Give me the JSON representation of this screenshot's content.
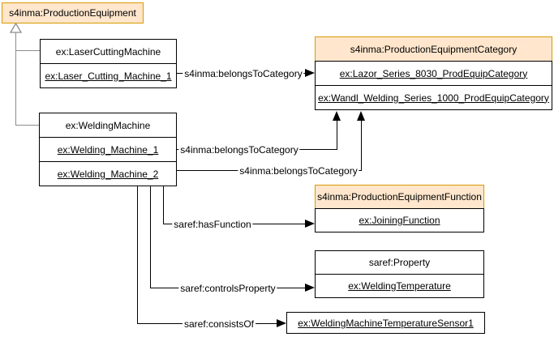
{
  "nodes": {
    "production_equipment": {
      "title": "s4inma:ProductionEquipment"
    },
    "laser_cutting_machine": {
      "title": "ex:LaserCuttingMachine",
      "instances": [
        "ex:Laser_Cutting_Machine_1"
      ]
    },
    "welding_machine": {
      "title": "ex:WeldingMachine",
      "instances": [
        "ex:Welding_Machine_1",
        "ex:Welding_Machine_2"
      ]
    },
    "production_equipment_category": {
      "title": "s4inma:ProductionEquipmentCategory",
      "instances": [
        "ex:Lazor_Series_8030_ProdEquipCategory",
        "ex:Wandl_Welding_Series_1000_ProdEquipCategory"
      ]
    },
    "production_equipment_function": {
      "title": "s4inma:ProductionEquipmentFunction",
      "instances": [
        "ex:JoiningFunction"
      ]
    },
    "property": {
      "title": "saref:Property",
      "instances": [
        "ex:WeldingTemperature"
      ]
    },
    "sensor": {
      "title": "ex:WeldingMachineTemperatureSensor1"
    }
  },
  "edges": {
    "laser_belongs_to_category": {
      "label": "s4inma:belongsToCategory"
    },
    "welding1_belongs_to_category": {
      "label": "s4inma:belongsToCategory"
    },
    "welding2_belongs_to_category": {
      "label": "s4inma:belongsToCategory"
    },
    "has_function": {
      "label": "saref:hasFunction"
    },
    "controls_property": {
      "label": "saref:controlsProperty"
    },
    "consists_of": {
      "label": "saref:consistsOf"
    }
  },
  "colors": {
    "class_header_fill": "#FFE6CC",
    "class_header_border": "#D79B00",
    "box_border": "#000000",
    "edge": "#000000",
    "generalization_edge": "#8C8C8C"
  }
}
